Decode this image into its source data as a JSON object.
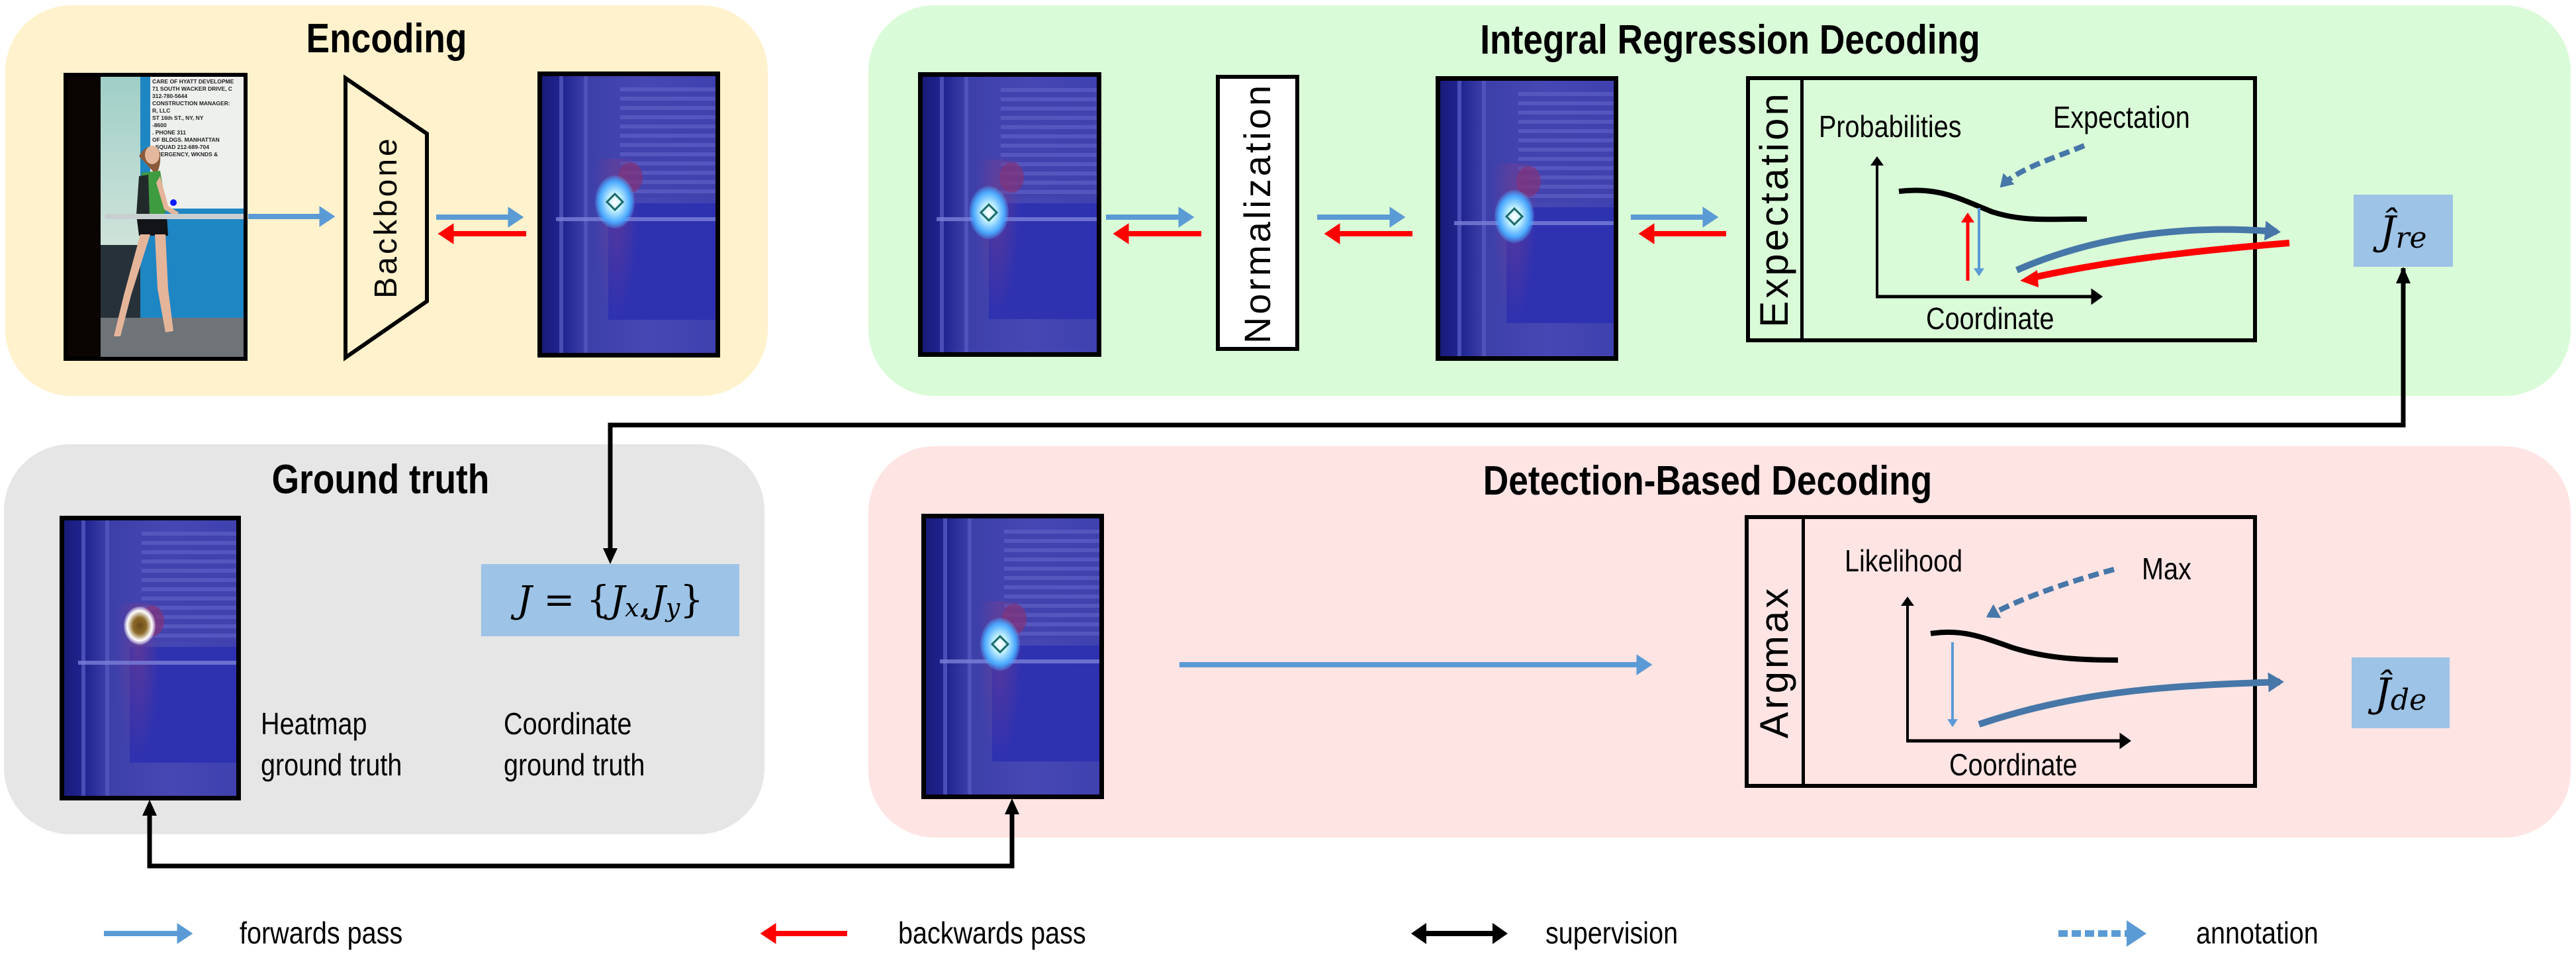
{
  "figure": {
    "panels": {
      "encoding": {
        "title": "Encoding",
        "backbone_label": "Backbone",
        "bg_color": "#FFF2CC"
      },
      "integral": {
        "title": "Integral Regression Decoding",
        "normalization_label": "Normalization",
        "expectation_label": "Expectation",
        "y_axis_label": "Probabilities",
        "annotation_label": "Expectation",
        "x_axis_label": "Coordinate",
        "output_symbol": "Ĵ",
        "output_subscript": "re",
        "bg_color": "#DAFBD8"
      },
      "ground_truth": {
        "title": "Ground truth",
        "heatmap_caption_1": "Heatmap",
        "heatmap_caption_2": "ground truth",
        "coord_caption_1": "Coordinate",
        "coord_caption_2": "ground truth",
        "formula_lhs": "J",
        "formula_eq": " = {",
        "formula_jx": "J",
        "formula_x": "x",
        "formula_comma": ",",
        "formula_jy": "J",
        "formula_y": "y",
        "formula_close": "}",
        "bg_color": "#E7E6E6"
      },
      "detection": {
        "title": "Detection-Based Decoding",
        "argmax_label": "Argmax",
        "y_axis_label": "Likelihood",
        "annotation_label": "Max",
        "x_axis_label": "Coordinate",
        "output_symbol": "Ĵ",
        "output_subscript": "de",
        "bg_color": "#FFE4E4"
      }
    },
    "photo_sign_lines": [
      "CARE OF HYATT DEVELOPME",
      "71 SOUTH WACKER DRIVE, C",
      "312-780-5644",
      "CONSTRUCTION MANAGER:",
      "R, LLC",
      "ST 16th ST., NY, NY",
      "-8600",
      ". PHONE 311",
      "OF BLDGS. MANHATTAN",
      ". SQUAD 212-689-704",
      "EMERGENCY, WKNDS &"
    ],
    "legend": [
      {
        "label": "forwards pass",
        "icon": "blue-right-arrow",
        "color": "#5B9BD5"
      },
      {
        "label": "backwards pass",
        "icon": "red-left-arrow",
        "color": "#FF0000"
      },
      {
        "label": "supervision",
        "icon": "black-double-arrow",
        "color": "#000000"
      },
      {
        "label": "annotation",
        "icon": "dashed-blue-arrow",
        "color": "#4A7EB0"
      }
    ],
    "colors": {
      "forward": "#5B9BD5",
      "backward": "#FF0000",
      "supervision": "#000000",
      "annotation": "#4677A8",
      "output_box": "#9DC3E6"
    }
  }
}
